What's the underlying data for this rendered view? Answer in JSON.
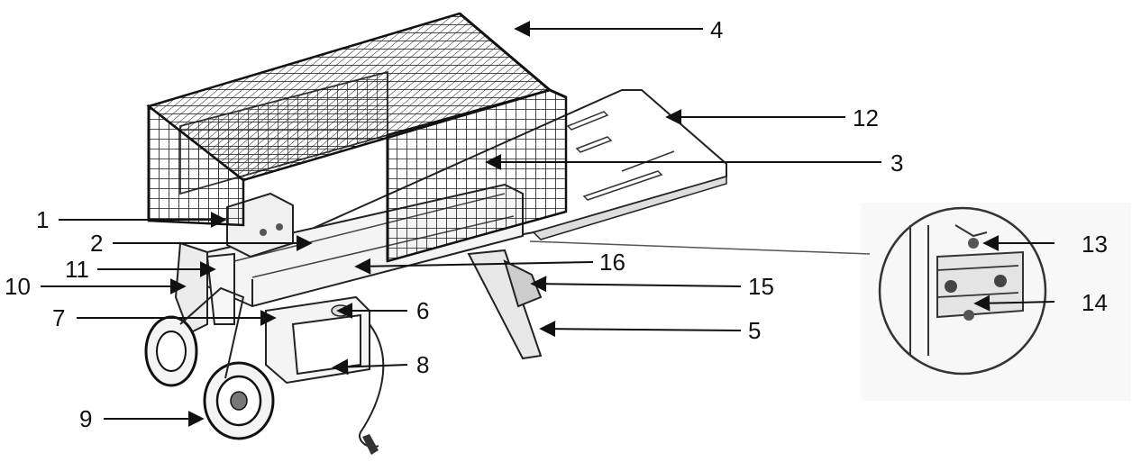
{
  "diagram": {
    "labels": [
      {
        "id": "1",
        "text": "1"
      },
      {
        "id": "2",
        "text": "2"
      },
      {
        "id": "3",
        "text": "3"
      },
      {
        "id": "4",
        "text": "4"
      },
      {
        "id": "5",
        "text": "5"
      },
      {
        "id": "6",
        "text": "6"
      },
      {
        "id": "7",
        "text": "7"
      },
      {
        "id": "8",
        "text": "8"
      },
      {
        "id": "9",
        "text": "9"
      },
      {
        "id": "10",
        "text": "10"
      },
      {
        "id": "11",
        "text": "11"
      },
      {
        "id": "12",
        "text": "12"
      },
      {
        "id": "13",
        "text": "13"
      },
      {
        "id": "14",
        "text": "14"
      },
      {
        "id": "15",
        "text": "15"
      },
      {
        "id": "16",
        "text": "16"
      }
    ],
    "colors": {
      "ink": "#111111",
      "line": "#222222",
      "inset_background": "#f2f2f2"
    }
  }
}
